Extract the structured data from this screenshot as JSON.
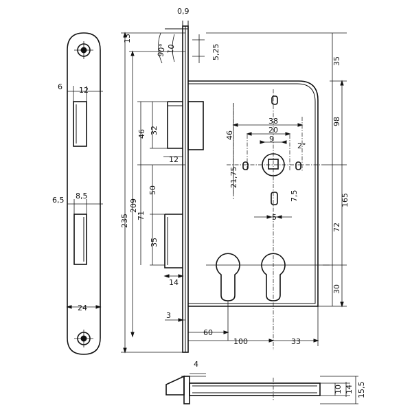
{
  "dims": {
    "d_0_9": "0,9",
    "d_13": "13",
    "d_90deg": "90°",
    "d_10_bolt": "10",
    "d_5_25": "5,25",
    "d_35_top": "35",
    "d_6": "6",
    "d_12_left": "12",
    "d_46_left": "46",
    "d_32": "32",
    "d_12_mid": "12",
    "d_98": "98",
    "d_38": "38",
    "d_20": "20",
    "d_9": "9",
    "d_2deg": "2°",
    "d_46_spindle": "46",
    "d_21_75": "21,75",
    "d_7_5": "7,5",
    "d_5": "5",
    "d_50": "50",
    "d_6_5": "6,5",
    "d_8_5": "8,5",
    "d_235": "235",
    "d_209": "209",
    "d_71": "71",
    "d_165": "165",
    "d_72": "72",
    "d_35_mid": "35",
    "d_14_latch": "14",
    "d_30": "30",
    "d_24": "24",
    "d_3": "3",
    "d_60": "60",
    "d_100": "100",
    "d_33": "33",
    "d_4": "4",
    "d_10_bottom": "10",
    "d_14_bottom": "14",
    "d_15_5": "15,5"
  }
}
